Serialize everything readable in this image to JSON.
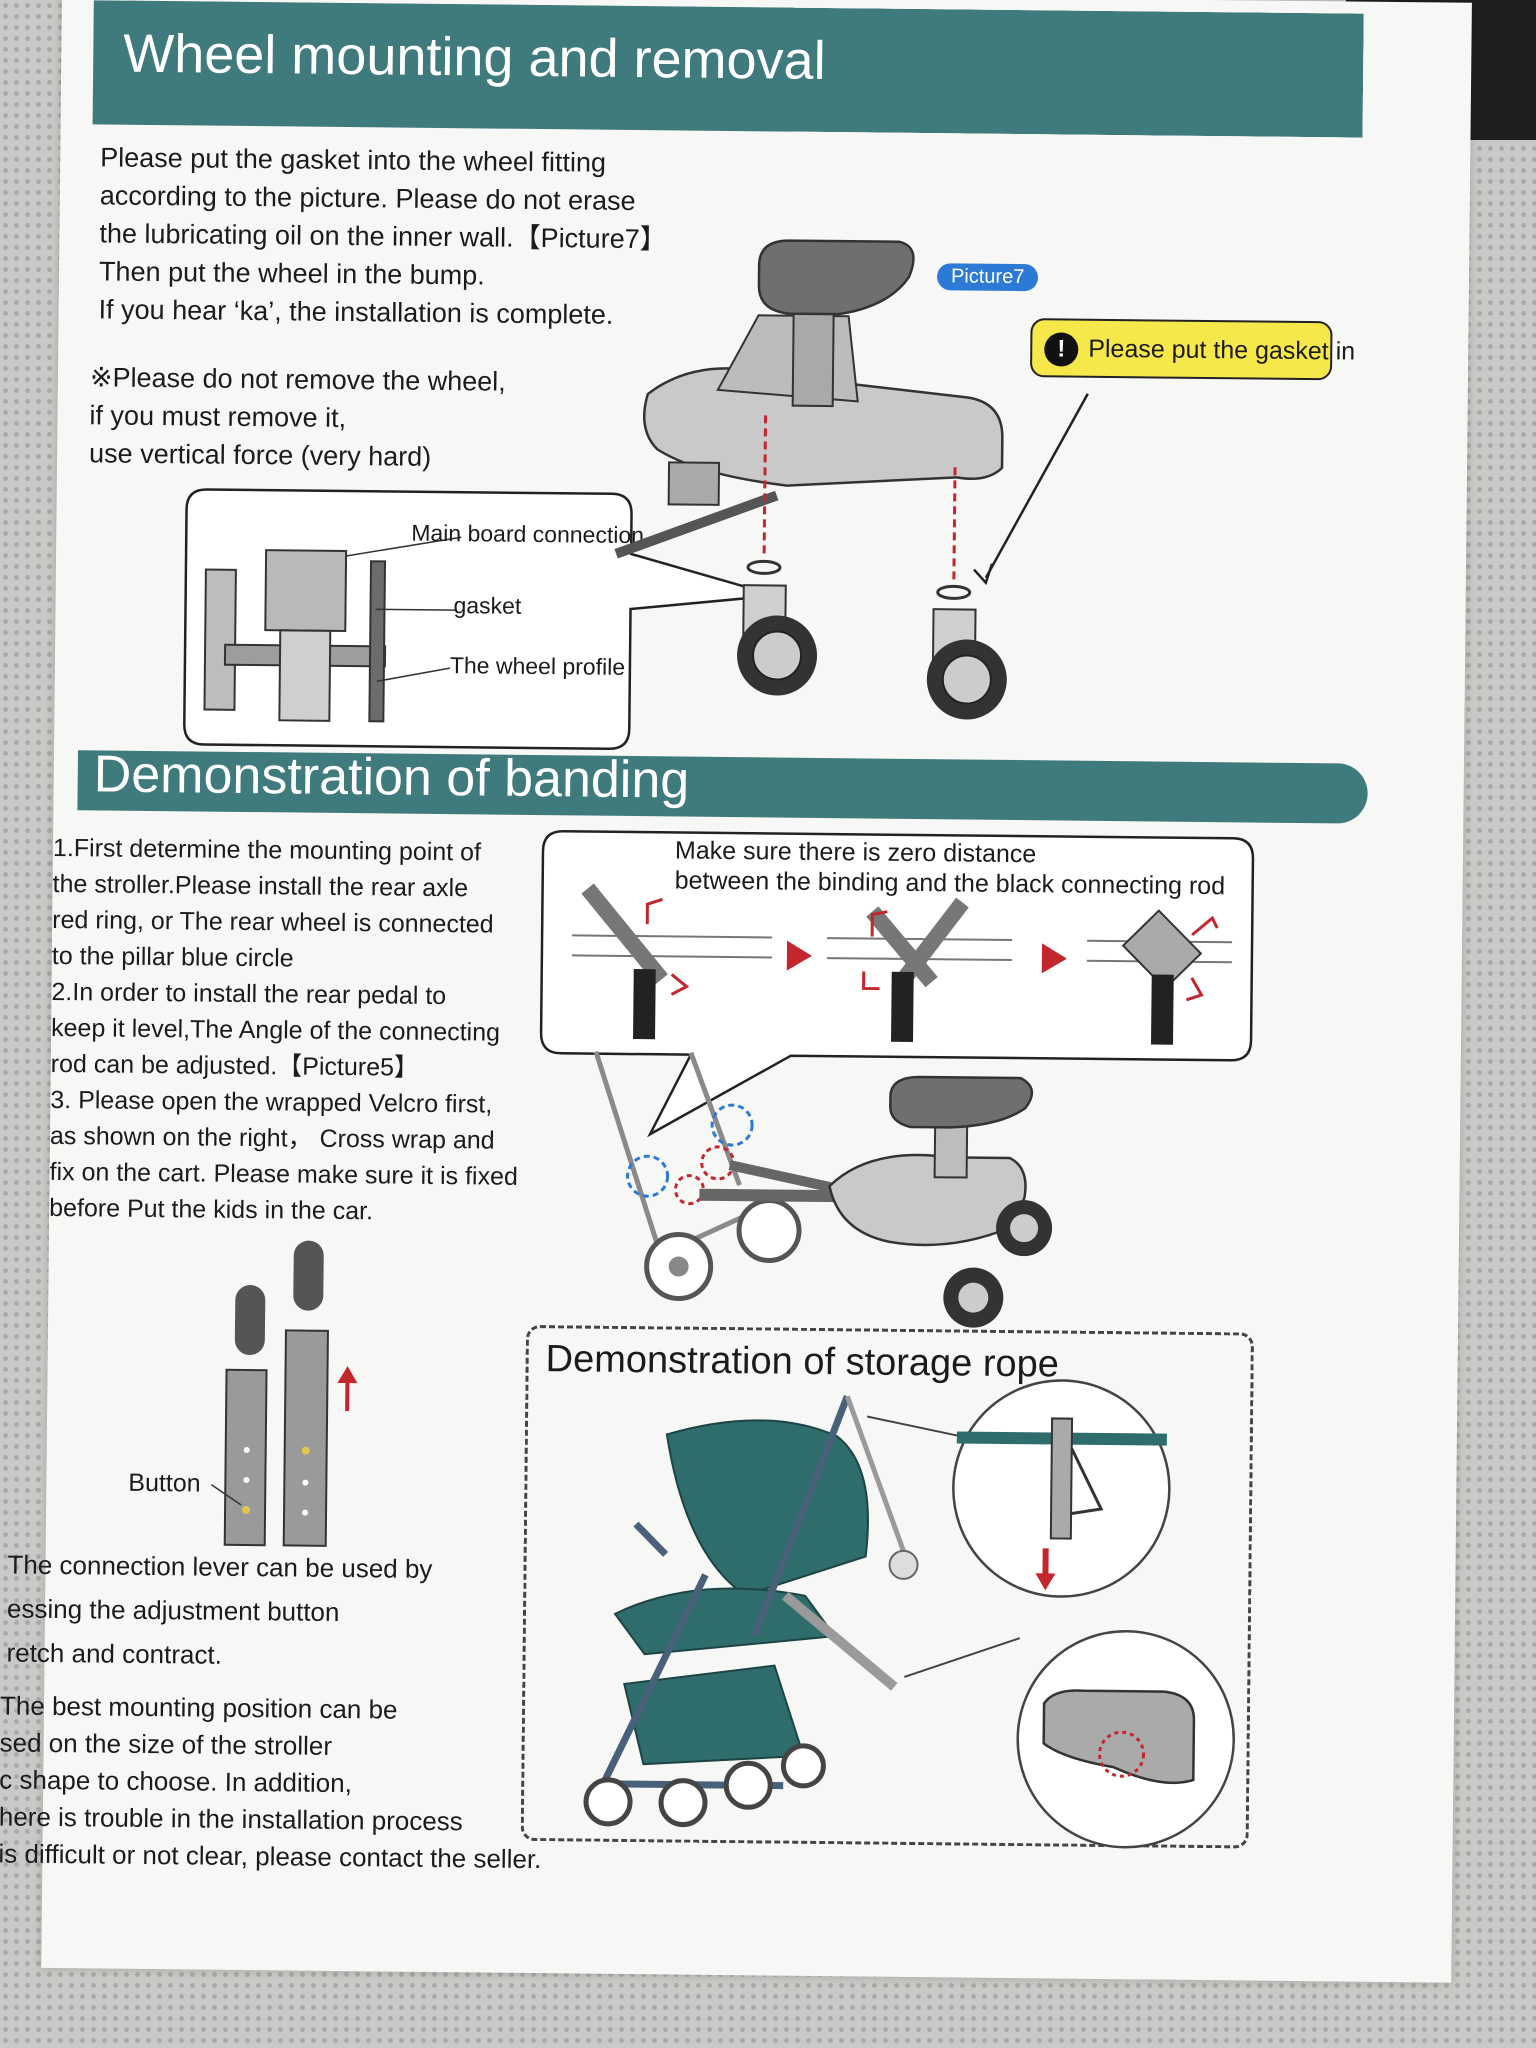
{
  "section1": {
    "title": "Wheel mounting and removal",
    "intro_lines": [
      "Please put the gasket into the wheel fitting",
      "according to the picture. Please do not erase",
      " the lubricating oil on the inner wall.【Picture7】",
      "Then put the wheel in the bump.",
      "If you hear ‘ka’, the installation is complete."
    ],
    "warning_lines": [
      "※Please do not remove the wheel,",
      "if you must remove it,",
      "use vertical force (very hard)"
    ],
    "picture_badge": "Picture7",
    "callout": "Please put the gasket in",
    "callout_icon": "exclamation-icon",
    "detail_labels": {
      "main_board": "Main board connection",
      "gasket": "gasket",
      "wheel_profile": "The wheel profile"
    }
  },
  "section2": {
    "title": "Demonstration of banding",
    "steps": [
      [
        "1.First determine the mounting point of",
        "  the stroller.Please install the rear axle",
        "  red ring, or The rear wheel is connected",
        "  to the pillar blue circle"
      ],
      [
        "2.In order to install the rear pedal to",
        "  keep it level,The Angle of the connecting",
        "  rod can be adjusted.【Picture5】"
      ],
      [
        "3. Please open the wrapped Velcro first,",
        "  as shown on the right， Cross wrap and",
        "  fix on the cart. Please make sure it is fixed",
        "  before Put the kids in the car."
      ]
    ],
    "note_lines": [
      "Make sure there is zero distance",
      "between the binding and the black connecting rod"
    ]
  },
  "section3": {
    "button_label": "Button",
    "lever_lines": [
      "The connection lever can be used by",
      "essing the adjustment button",
      "retch and contract."
    ],
    "position_lines": [
      "The best mounting position can be",
      "sed on the size of the stroller",
      "c shape to choose. In addition,",
      "here is trouble in the installation process",
      "is difficult or not clear, please contact the seller."
    ],
    "storage_title": "Demonstration of storage rope"
  },
  "colors": {
    "banner": "#3f7a7d",
    "accent_red": "#c4262e",
    "accent_blue": "#2d7ad6",
    "callout_yellow": "#f6e84a",
    "stroller_teal": "#2f6d6c"
  }
}
